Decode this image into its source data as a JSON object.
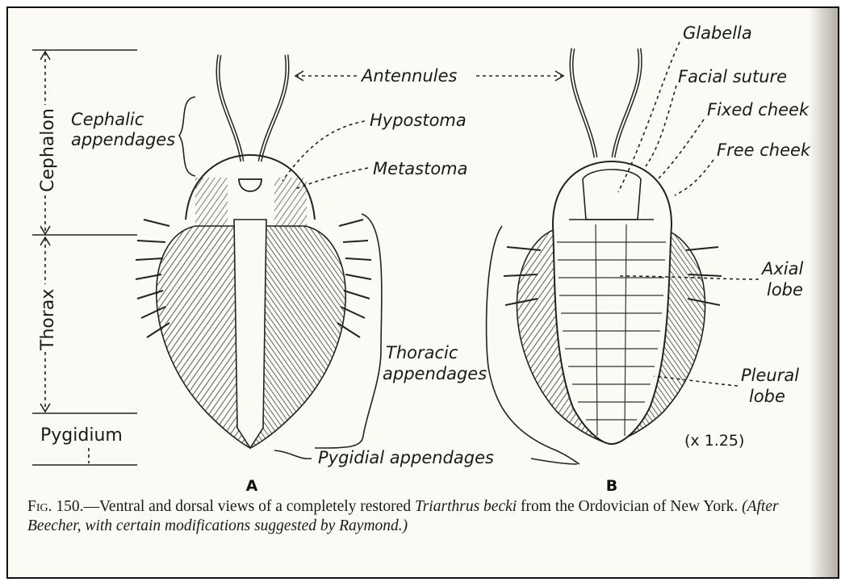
{
  "figure": {
    "labels": {
      "antennules": "Antennules",
      "cephalic_appendages_1": "Cephalic",
      "cephalic_appendages_2": "appendages",
      "hypostoma": "Hypostoma",
      "metastoma": "Metastoma",
      "glabella": "Glabella",
      "facial_suture": "Facial suture",
      "fixed_cheek": "Fixed cheek",
      "free_cheek": "Free cheek",
      "axial_lobe_1": "Axial",
      "axial_lobe_2": "lobe",
      "pleural_lobe_1": "Pleural",
      "pleural_lobe_2": "lobe",
      "thoracic_appendages_1": "Thoracic",
      "thoracic_appendages_2": "appendages",
      "pygidial_appendages": "Pygidial appendages",
      "magnification": "(x 1.25)",
      "view_a": "A",
      "view_b": "B"
    },
    "body_regions": {
      "cephalon": "Cephalon",
      "thorax": "Thorax",
      "pygidium": "Pygidium"
    }
  },
  "caption": {
    "fig_label": "Fig. 150.",
    "text_1": "—Ventral and dorsal views of a completely restored",
    "species": "Triarthrus becki",
    "text_2": "from the Ordovician of New York.",
    "credit": "(After Beecher, with certain modifications suggested by Raymond.)"
  },
  "colors": {
    "ink": "#1a1a1a",
    "paper": "#fbfaf5"
  }
}
